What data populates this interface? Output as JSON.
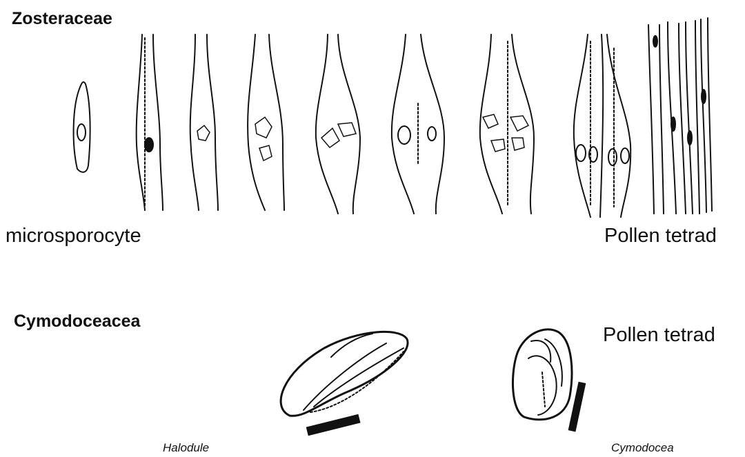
{
  "section_top": {
    "family": "Zosteraceae",
    "left_caption": "microsporocyte",
    "right_caption": "Pollen tetrad",
    "stages": [
      {
        "id": "microsporocyte",
        "nuclei": 1
      },
      {
        "id": "prophase",
        "nuclei": 1
      },
      {
        "id": "metaphase-1",
        "nuclei": 1
      },
      {
        "id": "anaphase-1",
        "nuclei": 2
      },
      {
        "id": "telophase-1",
        "nuclei": 2
      },
      {
        "id": "dyad",
        "nuclei": 2
      },
      {
        "id": "meiosis-2",
        "nuclei": 4
      },
      {
        "id": "tetrad",
        "nuclei": 4
      },
      {
        "id": "filiform-pollen",
        "nuclei": 4
      }
    ]
  },
  "section_bottom": {
    "family": "Cymodoceacea",
    "caption": "Pollen tetrad",
    "specimens": [
      {
        "genus": "Halodule"
      },
      {
        "genus": "Cymodocea"
      }
    ]
  },
  "colors": {
    "ink": "#111111",
    "background": "#ffffff"
  }
}
